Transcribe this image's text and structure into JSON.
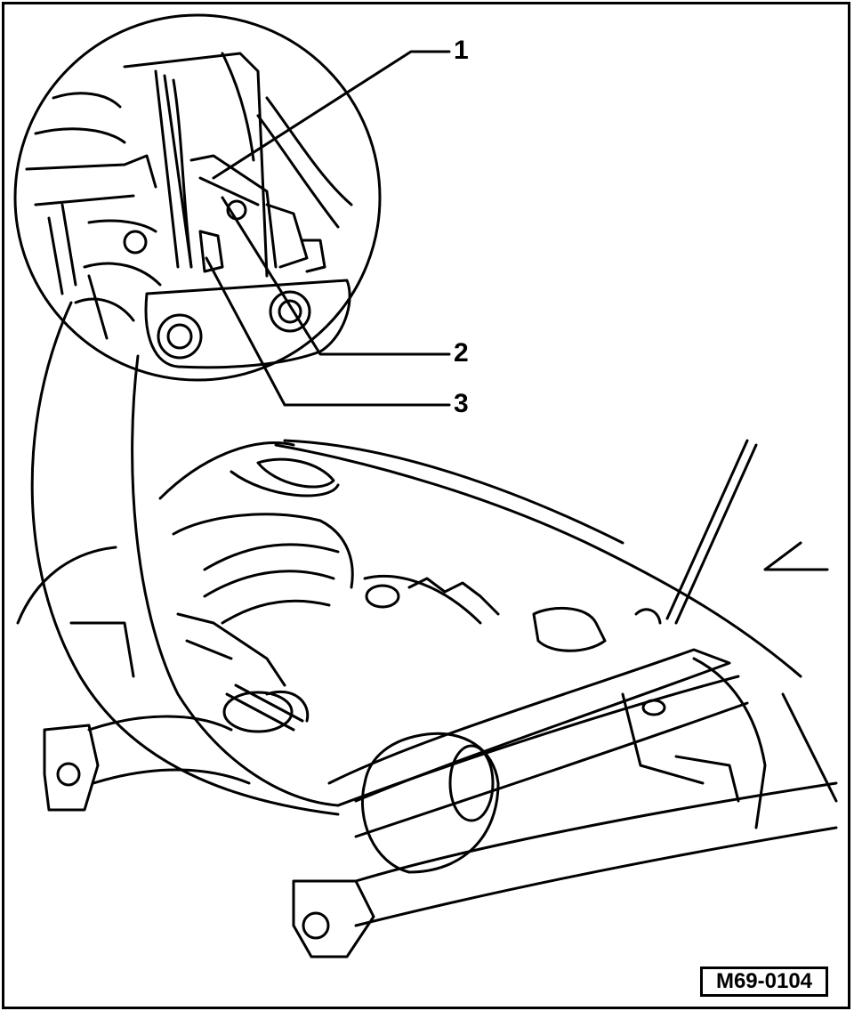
{
  "callouts": {
    "one": "1",
    "two": "2",
    "three": "3"
  },
  "figure_id": "M69-0104",
  "colors": {
    "ink": "#000000",
    "paper": "#ffffff"
  }
}
